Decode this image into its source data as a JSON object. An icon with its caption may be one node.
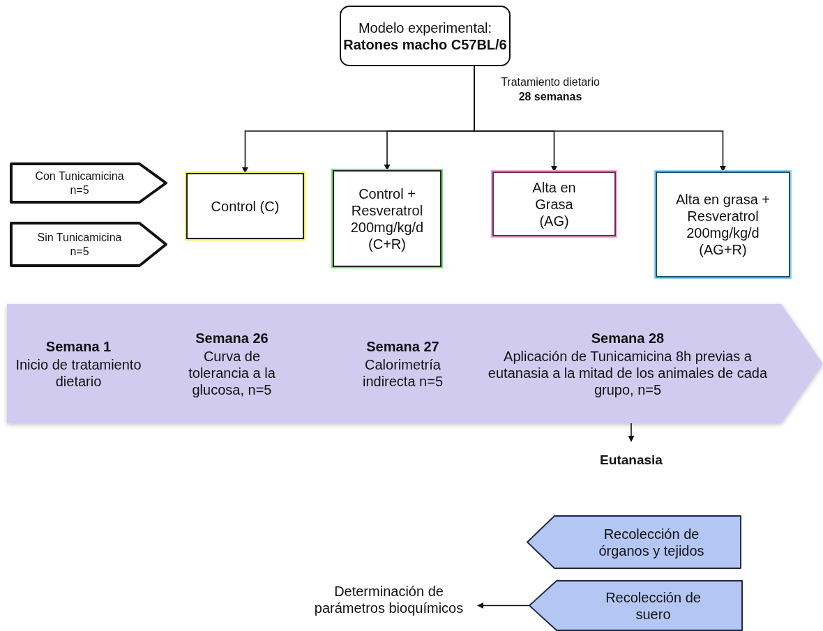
{
  "diagram": {
    "nodes": [
      {
        "text": [
          "Modelo experimental: **Ratones macho C57BL/6**"
        ]
      },
      {
        "text": [
          "Con Tunicamicina n=5"
        ]
      },
      {
        "text": [
          "Sin Tunicamicina n=5"
        ]
      },
      {
        "text": [
          "Control (C)"
        ]
      },
      {
        "text": [
          "Control  + Resveratrol 200mg/kg/d (C+R)"
        ]
      },
      {
        "text": [
          "Alta en Grasa (AG)"
        ]
      },
      {
        "text": [
          "Alta en grasa + Resveratrol 200mg/kg/d (AG+R)"
        ]
      },
      {
        "text": [
          "Semana 1",
          "Inicio de tratamiento dietario",
          "Semana 26",
          "Curva de tolerancia a la glucosa, n=5",
          "Semana 27",
          "Calorimetría indirecta n=5",
          "Semana 28",
          "Aplicación de Tunicamicina 8h previas a eutanasia a la mitad de los animales de cada grupo, n=5"
        ]
      },
      {
        "text": [
          "Eutanasia"
        ]
      },
      {
        "text": [
          "Recolección de órganos y tejidos"
        ]
      },
      {
        "text": [
          "Recolección de suero"
        ]
      },
      {
        "text": [
          "Determinación de parámetros bioquímicos"
        ]
      }
    ],
    "edges": [
      {
        "from": 0,
        "to": 3,
        "arrow": "to"
      },
      {
        "from": 0,
        "to": 4,
        "arrow": "to"
      },
      {
        "from": 0,
        "to": 5,
        "arrow": "to"
      },
      {
        "from": 0,
        "to": 6,
        "arrow": "to"
      },
      {
        "from": 7,
        "to": 8,
        "arrow": "to"
      },
      {
        "from": 10,
        "to": 11,
        "arrow": "to"
      }
    ],
    "labels": [
      "Tratamiento dietario **28 semanas**"
    ]
  }
}
